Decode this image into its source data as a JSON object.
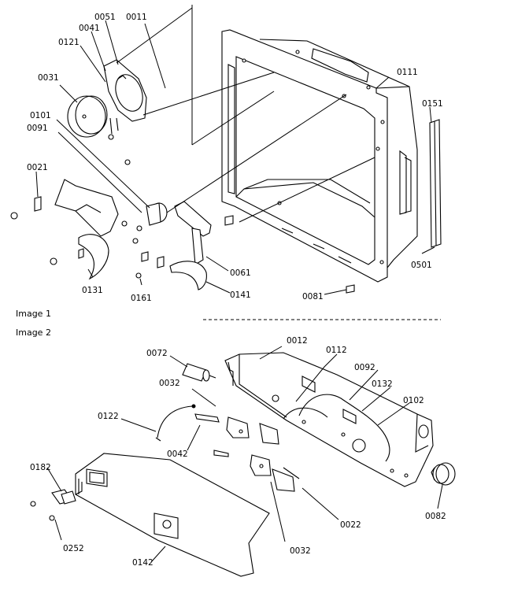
{
  "captions": {
    "image1": "Image 1",
    "image2": "Image 2"
  },
  "labels": {
    "c0051": "0051",
    "c0011": "0011",
    "c0041": "0041",
    "c0121": "0121",
    "c0031": "0031",
    "c0101": "0101",
    "c0091": "0091",
    "c0021": "0021",
    "c0131": "0131",
    "c0161": "0161",
    "c0141": "0141",
    "c0061": "0061",
    "c0111": "0111",
    "c0151": "0151",
    "c0501": "0501",
    "c0081": "0081",
    "c0012": "0012",
    "c0072": "0072",
    "c0112": "0112",
    "c0092": "0092",
    "c0032a": "0032",
    "c0132": "0132",
    "c0102": "0102",
    "c0122": "0122",
    "c0042": "0042",
    "c0182": "0182",
    "c0252": "0252",
    "c0142": "0142",
    "c0032b": "0032",
    "c0022": "0022",
    "c0082": "0082"
  }
}
